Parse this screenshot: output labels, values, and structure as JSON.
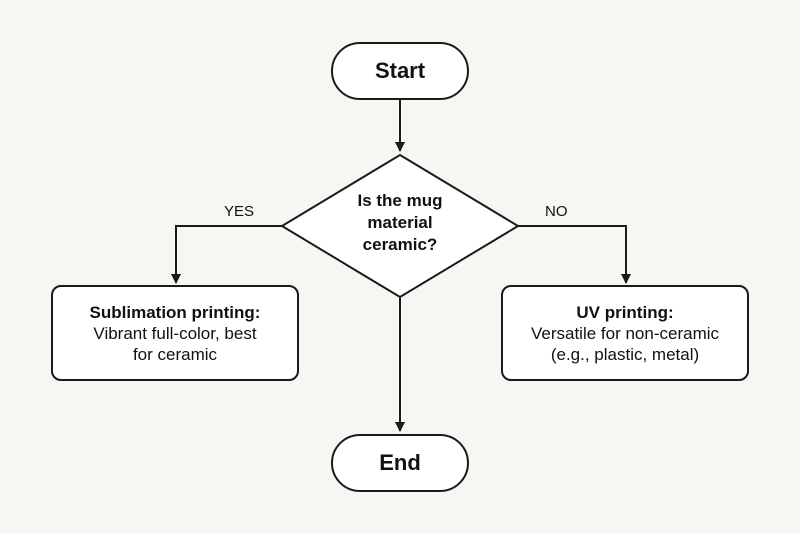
{
  "diagram": {
    "start": "Start",
    "decision": {
      "line1": "Is the mug",
      "line2": "material",
      "line3": "ceramic?"
    },
    "yes_label": "YES",
    "no_label": "NO",
    "yes_box": {
      "title": "Sublimation printing:",
      "line1": "Vibrant full-color, best",
      "line2": "for ceramic"
    },
    "no_box": {
      "title": "UV printing:",
      "line1": "Versatile for non-ceramic",
      "line2": "(e.g., plastic, metal)"
    },
    "end": "End"
  }
}
